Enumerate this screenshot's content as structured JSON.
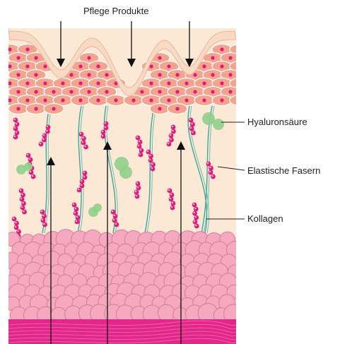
{
  "labels": {
    "title": "Pflege Produkte",
    "hyaluron": "Hyaluronsäure",
    "elastic": "Elastische Fasern",
    "collagen": "Kollagen"
  },
  "colors": {
    "background": "#ffffff",
    "dermis": "#fbe9d6",
    "epidermis_cell": "#f4a48e",
    "epidermis_outline": "#ffffff",
    "nucleus": "#e3197a",
    "surface_layer": "#f8d9c3",
    "fat_cell": "#f4a9c0",
    "fat_cell_outline": "#d97a98",
    "base_layer": "#e3268a",
    "base_fiber": "#f060a8",
    "hyaluron": "#8fcf8a",
    "elastic": "#e3197a",
    "elastic_highlight": "#f7b3cf",
    "collagen": "#3aa6a0",
    "arrow": "#111111"
  }
}
